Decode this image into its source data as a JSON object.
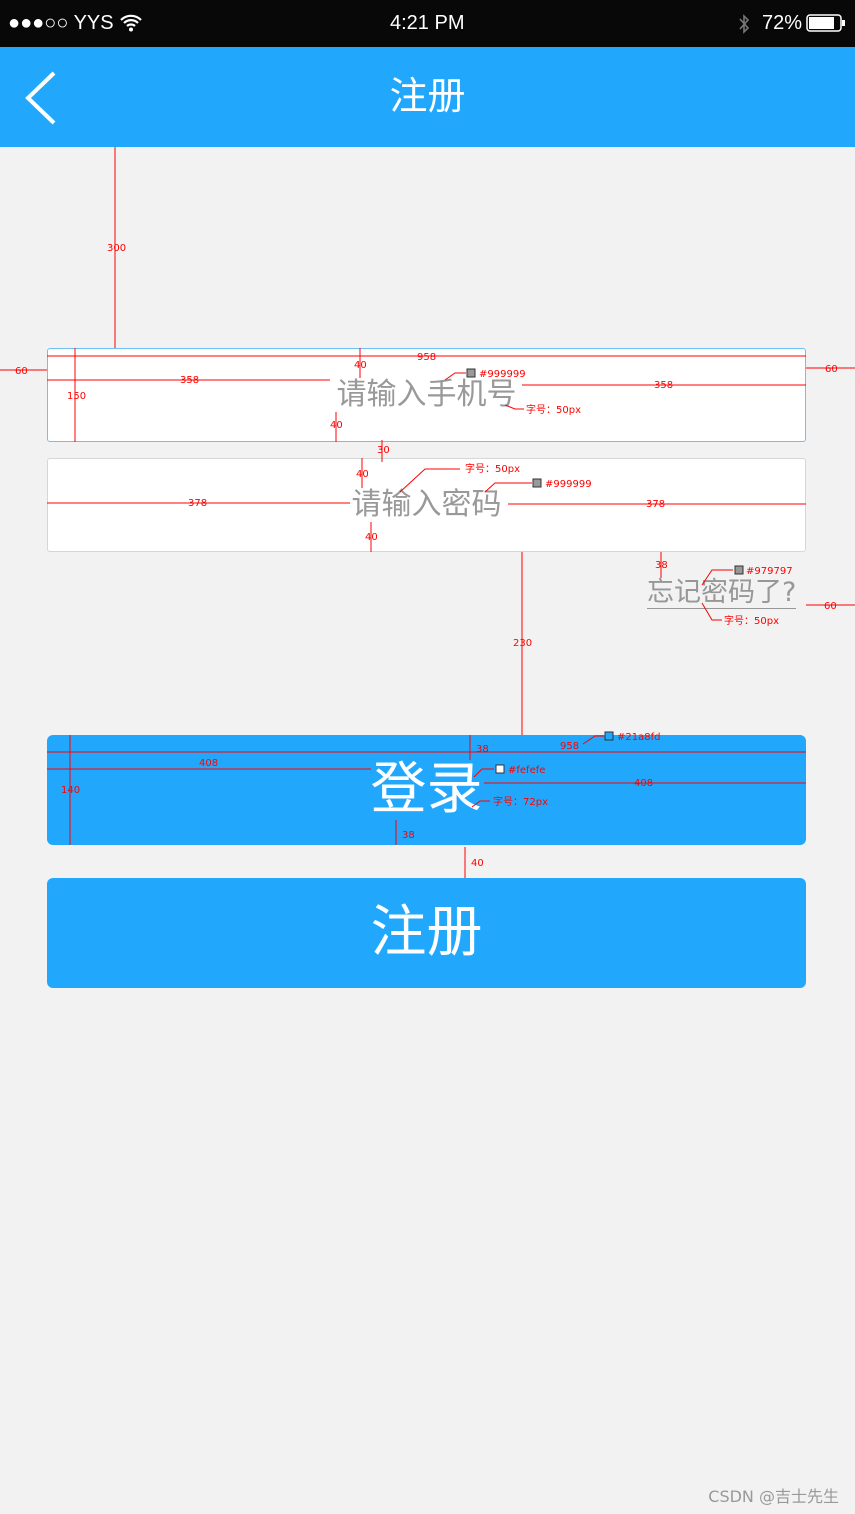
{
  "status_bar": {
    "carrier": "●●●○○ YYS",
    "time": "4:21 PM",
    "battery": "72%"
  },
  "nav": {
    "title": "注册",
    "back_icon": "chevron-left-icon"
  },
  "form": {
    "phone_placeholder": "请输入手机号",
    "password_placeholder": "请输入密码",
    "forgot_label": "忘记密码了?"
  },
  "buttons": {
    "login": "登录",
    "register": "注册"
  },
  "colors": {
    "primary": "#21a8fd",
    "placeholder": "#999999",
    "forgot": "#979797",
    "button_text": "#fefefe"
  },
  "annotations": {
    "top_gap": "300",
    "margin": "60",
    "width": "958",
    "pad_top": "40",
    "phone_side": "358",
    "field_height": "150",
    "pad_bottom": "40",
    "phone_color": "#999999",
    "phone_font": "字号：50px",
    "field_gap": "30",
    "pwd_font": "字号：50px",
    "pwd_color": "#999999",
    "pwd_side": "378",
    "forgot_gap": "38",
    "forgot_color": "#979797",
    "forgot_font": "字号：50px",
    "login_gap": "230",
    "btn_color": "#21a8fd",
    "btn_width": "958",
    "btn_pad": "38",
    "btn_side": "408",
    "btn_text_color": "#fefefe",
    "btn_height": "140",
    "btn_font": "字号：72px",
    "btn_gap": "40"
  },
  "watermark": "CSDN @吉士先生"
}
